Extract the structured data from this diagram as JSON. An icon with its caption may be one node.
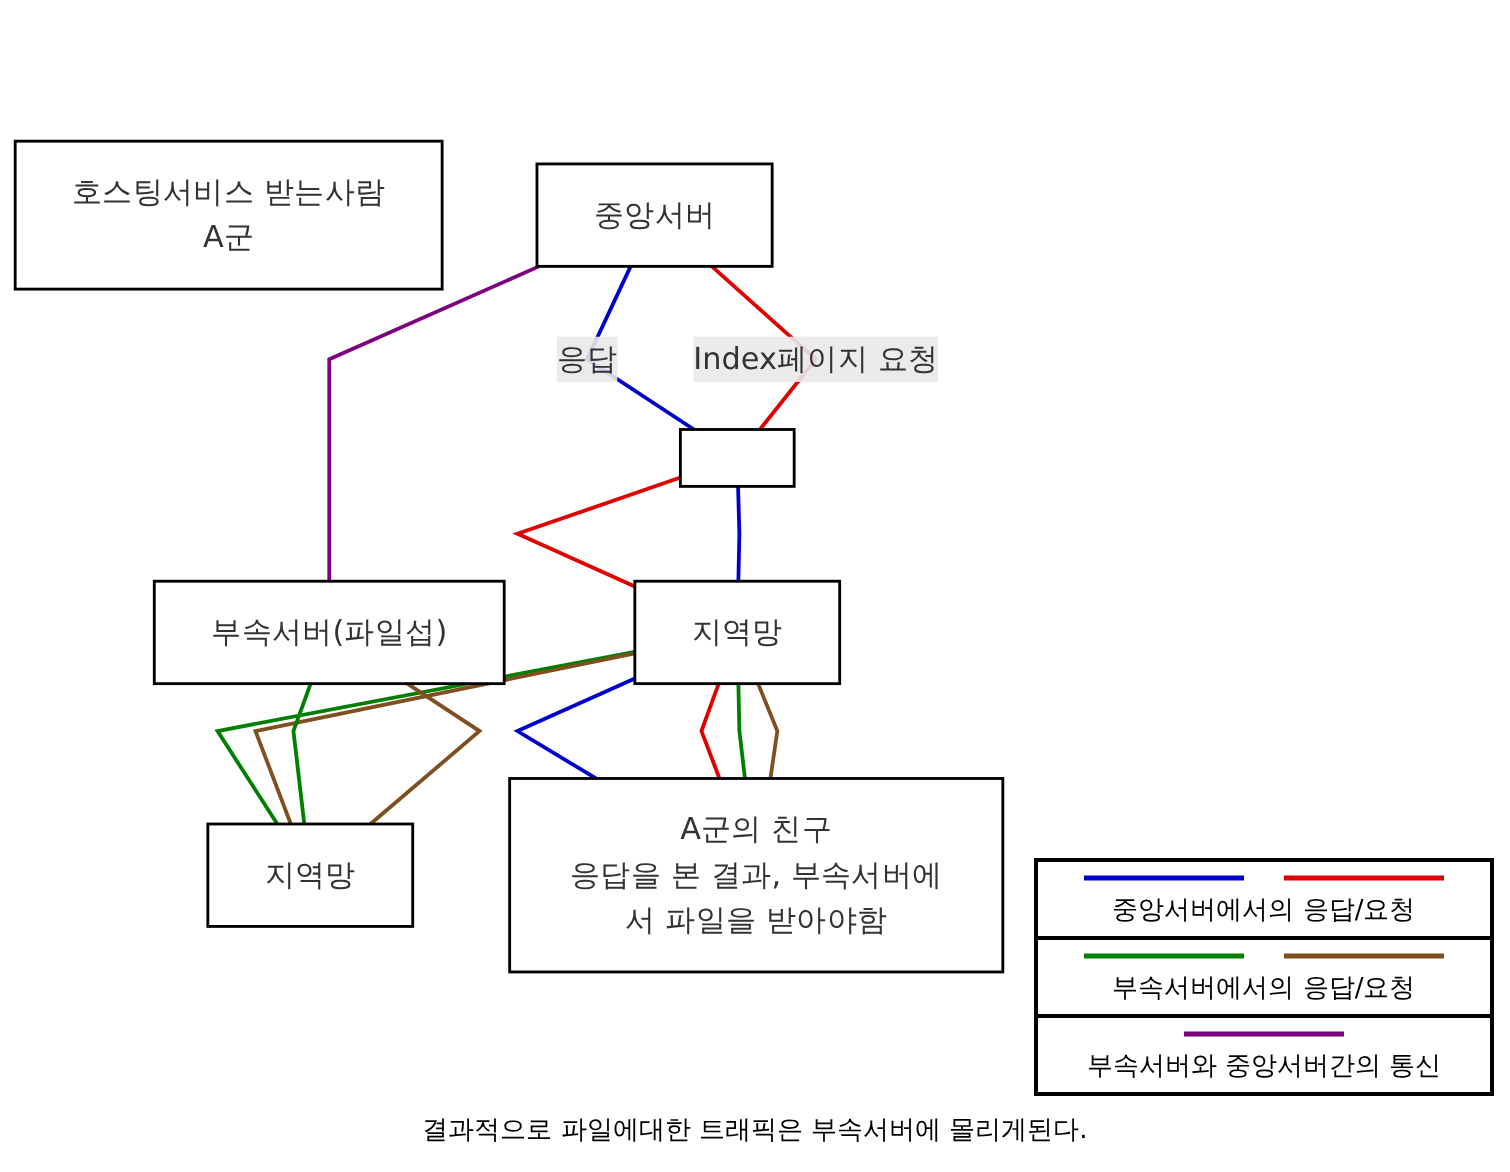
{
  "diagram": {
    "caption": "결과적으로 파일에대한 트래픽은 부속서버에 몰리게된다.",
    "nodes": [
      {
        "text": [
          "지역망"
        ]
      },
      {
        "text": [
          "호스팅서비스 받는사람",
          "A군"
        ]
      },
      {
        "text": [
          "중앙서버"
        ]
      },
      {
        "text": [
          "부속서버(파일섭)"
        ]
      },
      {
        "text": [
          "A군의 친구",
          "응답을 본 결과, 부속서버에서 파일을 받아야함"
        ]
      },
      {
        "text": [],
        "shape": "box"
      },
      {
        "text": [
          "지역망"
        ]
      }
    ],
    "edges": [
      {
        "from": 2,
        "to": 5,
        "arrow": "none",
        "label": "응답",
        "color": "#0000cc"
      },
      {
        "from": 2,
        "to": 5,
        "arrow": "none",
        "label": "Index페이지 요청",
        "color": "#e00000"
      },
      {
        "from": 5,
        "to": 0,
        "arrow": "none",
        "color": "#e00000"
      },
      {
        "from": 5,
        "to": 0,
        "arrow": "none",
        "color": "#0000cc"
      },
      {
        "from": 2,
        "to": 3,
        "arrow": "none",
        "color": "#7f007f"
      },
      {
        "from": 0,
        "to": 6,
        "arrow": "none",
        "color": "#007f00"
      },
      {
        "from": 0,
        "to": 6,
        "arrow": "none",
        "color": "#7f4f1f"
      },
      {
        "from": 3,
        "to": 6,
        "arrow": "none",
        "color": "#007f00"
      },
      {
        "from": 3,
        "to": 6,
        "arrow": "none",
        "color": "#7f4f1f"
      },
      {
        "from": 0,
        "to": 4,
        "arrow": "none",
        "color": "#0000cc"
      },
      {
        "from": 0,
        "to": 4,
        "arrow": "none",
        "color": "#e00000"
      },
      {
        "from": 0,
        "to": 4,
        "arrow": "none",
        "color": "#007f00"
      },
      {
        "from": 0,
        "to": 4,
        "arrow": "none",
        "color": "#7f4f1f"
      }
    ],
    "legend": [
      {
        "text": "중앙서버에서의 응답/요청"
      },
      {
        "text": "부속서버에서의 응답/요청"
      },
      {
        "text": "부속서버와 중앙서버간의 통신"
      }
    ]
  }
}
